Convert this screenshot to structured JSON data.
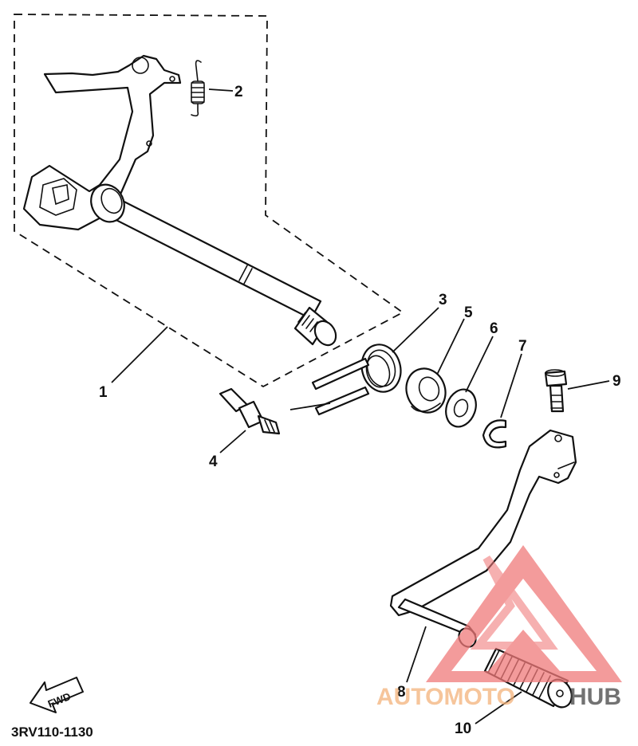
{
  "callouts": {
    "c1": "1",
    "c2": "2",
    "c3": "3",
    "c4": "4",
    "c5": "5",
    "c6": "6",
    "c7": "7",
    "c8": "8",
    "c9": "9",
    "c10": "10"
  },
  "fwd_label": "FWD",
  "part_code": "3RV110-1130",
  "watermark": {
    "text_left": "AUTOMOTO",
    "text_right": "HUB",
    "color_left": "#f3b27a",
    "color_right": "#444444",
    "triangle_color": "#f07a7a"
  }
}
